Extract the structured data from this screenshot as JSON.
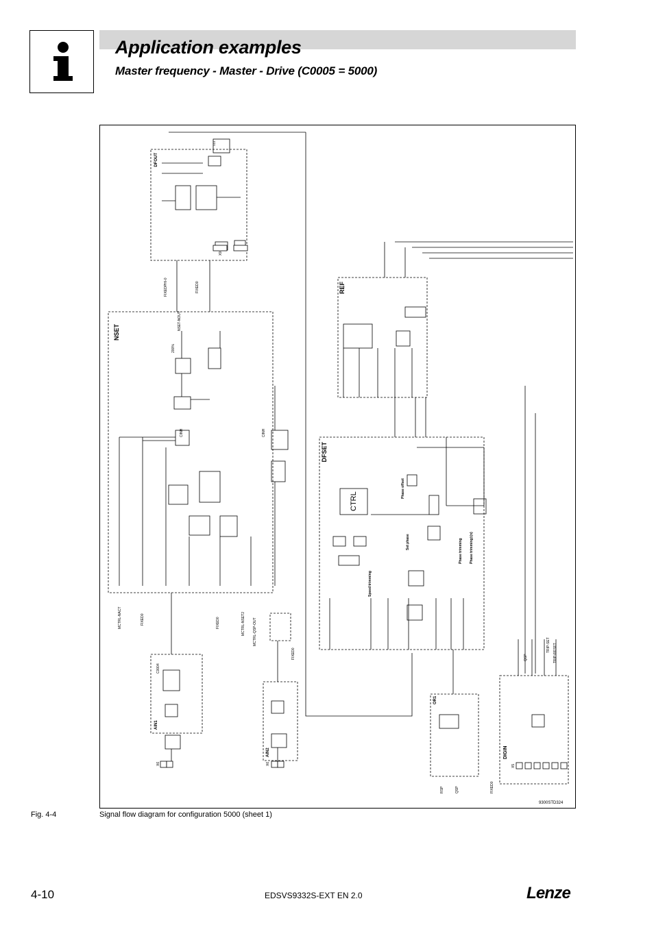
{
  "header": {
    "title": "Application examples",
    "subtitle": "Master frequency - Master - Drive (C0005 = 5000)"
  },
  "diagram": {
    "drawing_code": "9300STD324",
    "blocks": {
      "nset": "NSET",
      "ref": "REF",
      "dfset": "DFSET",
      "dfout": "DFOUT",
      "ain1": "AIN1",
      "ain2": "AIN2",
      "or1": "OR1",
      "digin": "DIGIN",
      "ctrl": "CTRL"
    },
    "labels": {
      "speed_trimming": "Speed trimming",
      "set_phase": "Set phase",
      "phase_offset": "Phase offset",
      "phase_trimming": "Phase trimming",
      "phase_trimming_n": "Phase trimming‡(n)",
      "fixed0_a": "FIXED0",
      "fixed0_b": "FIXED0",
      "fixed0_c": "FIXED0",
      "fixedphi0": "FIXEDPHI-0",
      "fixed0_d": "FIXED0",
      "mctrl_nact": "MCTRL-NACT",
      "mctrl_nset2": "MCTRL-NSET2",
      "mctrl_qsp_out": "MCTRL-QSP-OUT",
      "nset_nout": "NSET-NOUT",
      "cinh_a": "CINH",
      "cinh_b": "CINH",
      "x6_a": "X6",
      "x6_b": "X6",
      "x5": "X5",
      "rsp": "RSP",
      "qsp_a": "QSP",
      "qsp_b": "QSP",
      "trip_set": "TRIP-SET",
      "trip_reset": "TRIP-RESET",
      "x9": "X9",
      "x10": "X10",
      "pct200": "200%",
      "c0004": "C0004"
    }
  },
  "figure": {
    "number": "Fig. 4-4",
    "caption": "Signal flow diagram for configuration 5000 (sheet 1)"
  },
  "footer": {
    "page": "4-10",
    "document": "EDSVS9332S-EXT EN 2.0",
    "brand": "Lenze"
  }
}
